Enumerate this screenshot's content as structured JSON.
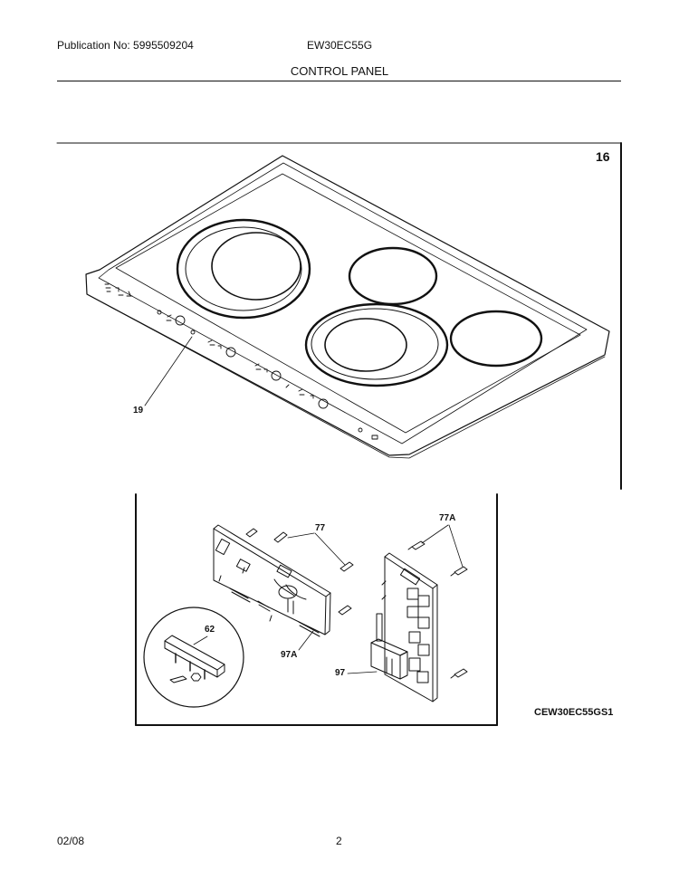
{
  "header": {
    "publication": "Publication No: 5995509204",
    "model": "EW30EC55G",
    "title": "CONTROL PANEL"
  },
  "figure_top": {
    "figure_number": "16",
    "callout_19": "19"
  },
  "figure_bottom": {
    "callout_77": "77",
    "callout_77a": "77A",
    "callout_62": "62",
    "callout_97a": "97A",
    "callout_97": "97",
    "code": "CEW30EC55GS1"
  },
  "footer": {
    "date": "02/08",
    "page": "2"
  }
}
